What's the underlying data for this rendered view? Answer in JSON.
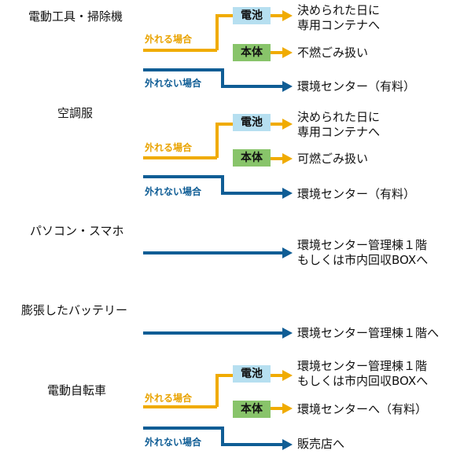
{
  "colors": {
    "orange": "#f0ab00",
    "blue": "#0f5d95",
    "battery_box": "#b6dff0",
    "body_box": "#88c46a"
  },
  "sections": [
    {
      "category": "電動工具・掃除機",
      "removable_label": "外れる場合",
      "battery_box": "電池",
      "battery_dest": [
        "決められた日に",
        "専用コンテナへ"
      ],
      "body_box": "本体",
      "body_dest": "不燃ごみ扱い",
      "non_removable_label": "外れない場合",
      "non_removable_dest": "環境センター（有料）"
    },
    {
      "category": "空調服",
      "removable_label": "外れる場合",
      "battery_box": "電池",
      "battery_dest": [
        "決められた日に",
        "専用コンテナへ"
      ],
      "body_box": "本体",
      "body_dest": "可燃ごみ扱い",
      "non_removable_label": "外れない場合",
      "non_removable_dest": "環境センター（有料）"
    },
    {
      "category": "パソコン・スマホ",
      "dest": [
        "環境センター管理棟１階",
        "もしくは市内回収BOXへ"
      ]
    },
    {
      "category": "膨張したバッテリー",
      "dest": [
        "環境センター管理棟１階へ"
      ]
    },
    {
      "category": "電動自転車",
      "removable_label": "外れる場合",
      "battery_box": "電池",
      "battery_dest": [
        "環境センター管理棟１階",
        "もしくは市内回収BOXへ"
      ],
      "body_box": "本体",
      "body_dest": "環境センターへ（有料）",
      "non_removable_label": "外れない場合",
      "non_removable_dest": "販売店へ"
    }
  ]
}
